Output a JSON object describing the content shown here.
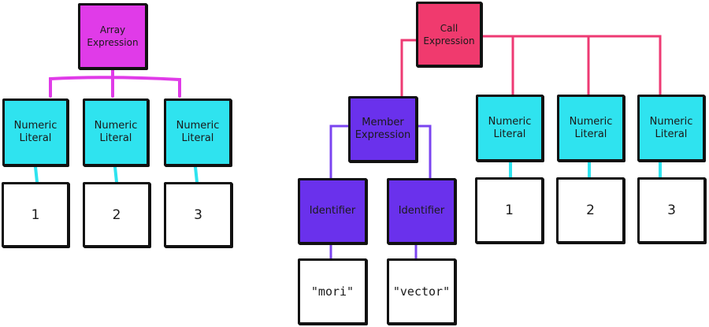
{
  "colors": {
    "magenta": "#e03be8",
    "pink": "#f03a6e",
    "cyan": "#2fe3ef",
    "purple": "#6a31ec",
    "purple_line": "#7b44f0",
    "magenta_line": "#e03be8",
    "pink_line": "#ee3a73",
    "cyan_line": "#2fe3ef",
    "border": "#111111"
  },
  "array_tree": {
    "root": "Array\nExpression",
    "literals": [
      "Numeric\nLiteral",
      "Numeric\nLiteral",
      "Numeric\nLiteral"
    ],
    "values": [
      "1",
      "2",
      "3"
    ]
  },
  "call_tree": {
    "root": "Call\nExpression",
    "member": "Member\nExpression",
    "identifiers": [
      "Identifier",
      "Identifier"
    ],
    "identifier_values": [
      "\"mori\"",
      "\"vector\""
    ],
    "literals": [
      "Numeric\nLiteral",
      "Numeric\nLiteral",
      "Numeric\nLiteral"
    ],
    "values": [
      "1",
      "2",
      "3"
    ]
  }
}
